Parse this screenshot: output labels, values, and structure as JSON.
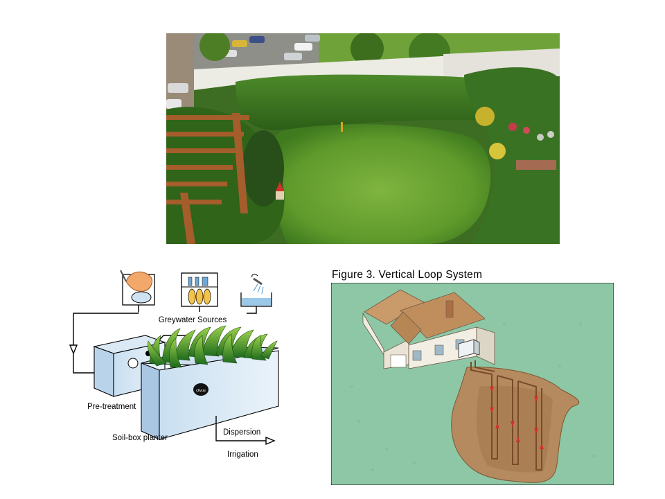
{
  "greywater_diagram": {
    "sources_label": "Greywater Sources",
    "pretreatment_label": "Pre-treatment",
    "planter_label": "Soil-box planter",
    "dispersion_label": "Dispersion",
    "irrigation_label": "Irrigation",
    "brand_badge": "clivus"
  },
  "loop_figure": {
    "title": "Figure 3.  Vertical Loop System"
  }
}
